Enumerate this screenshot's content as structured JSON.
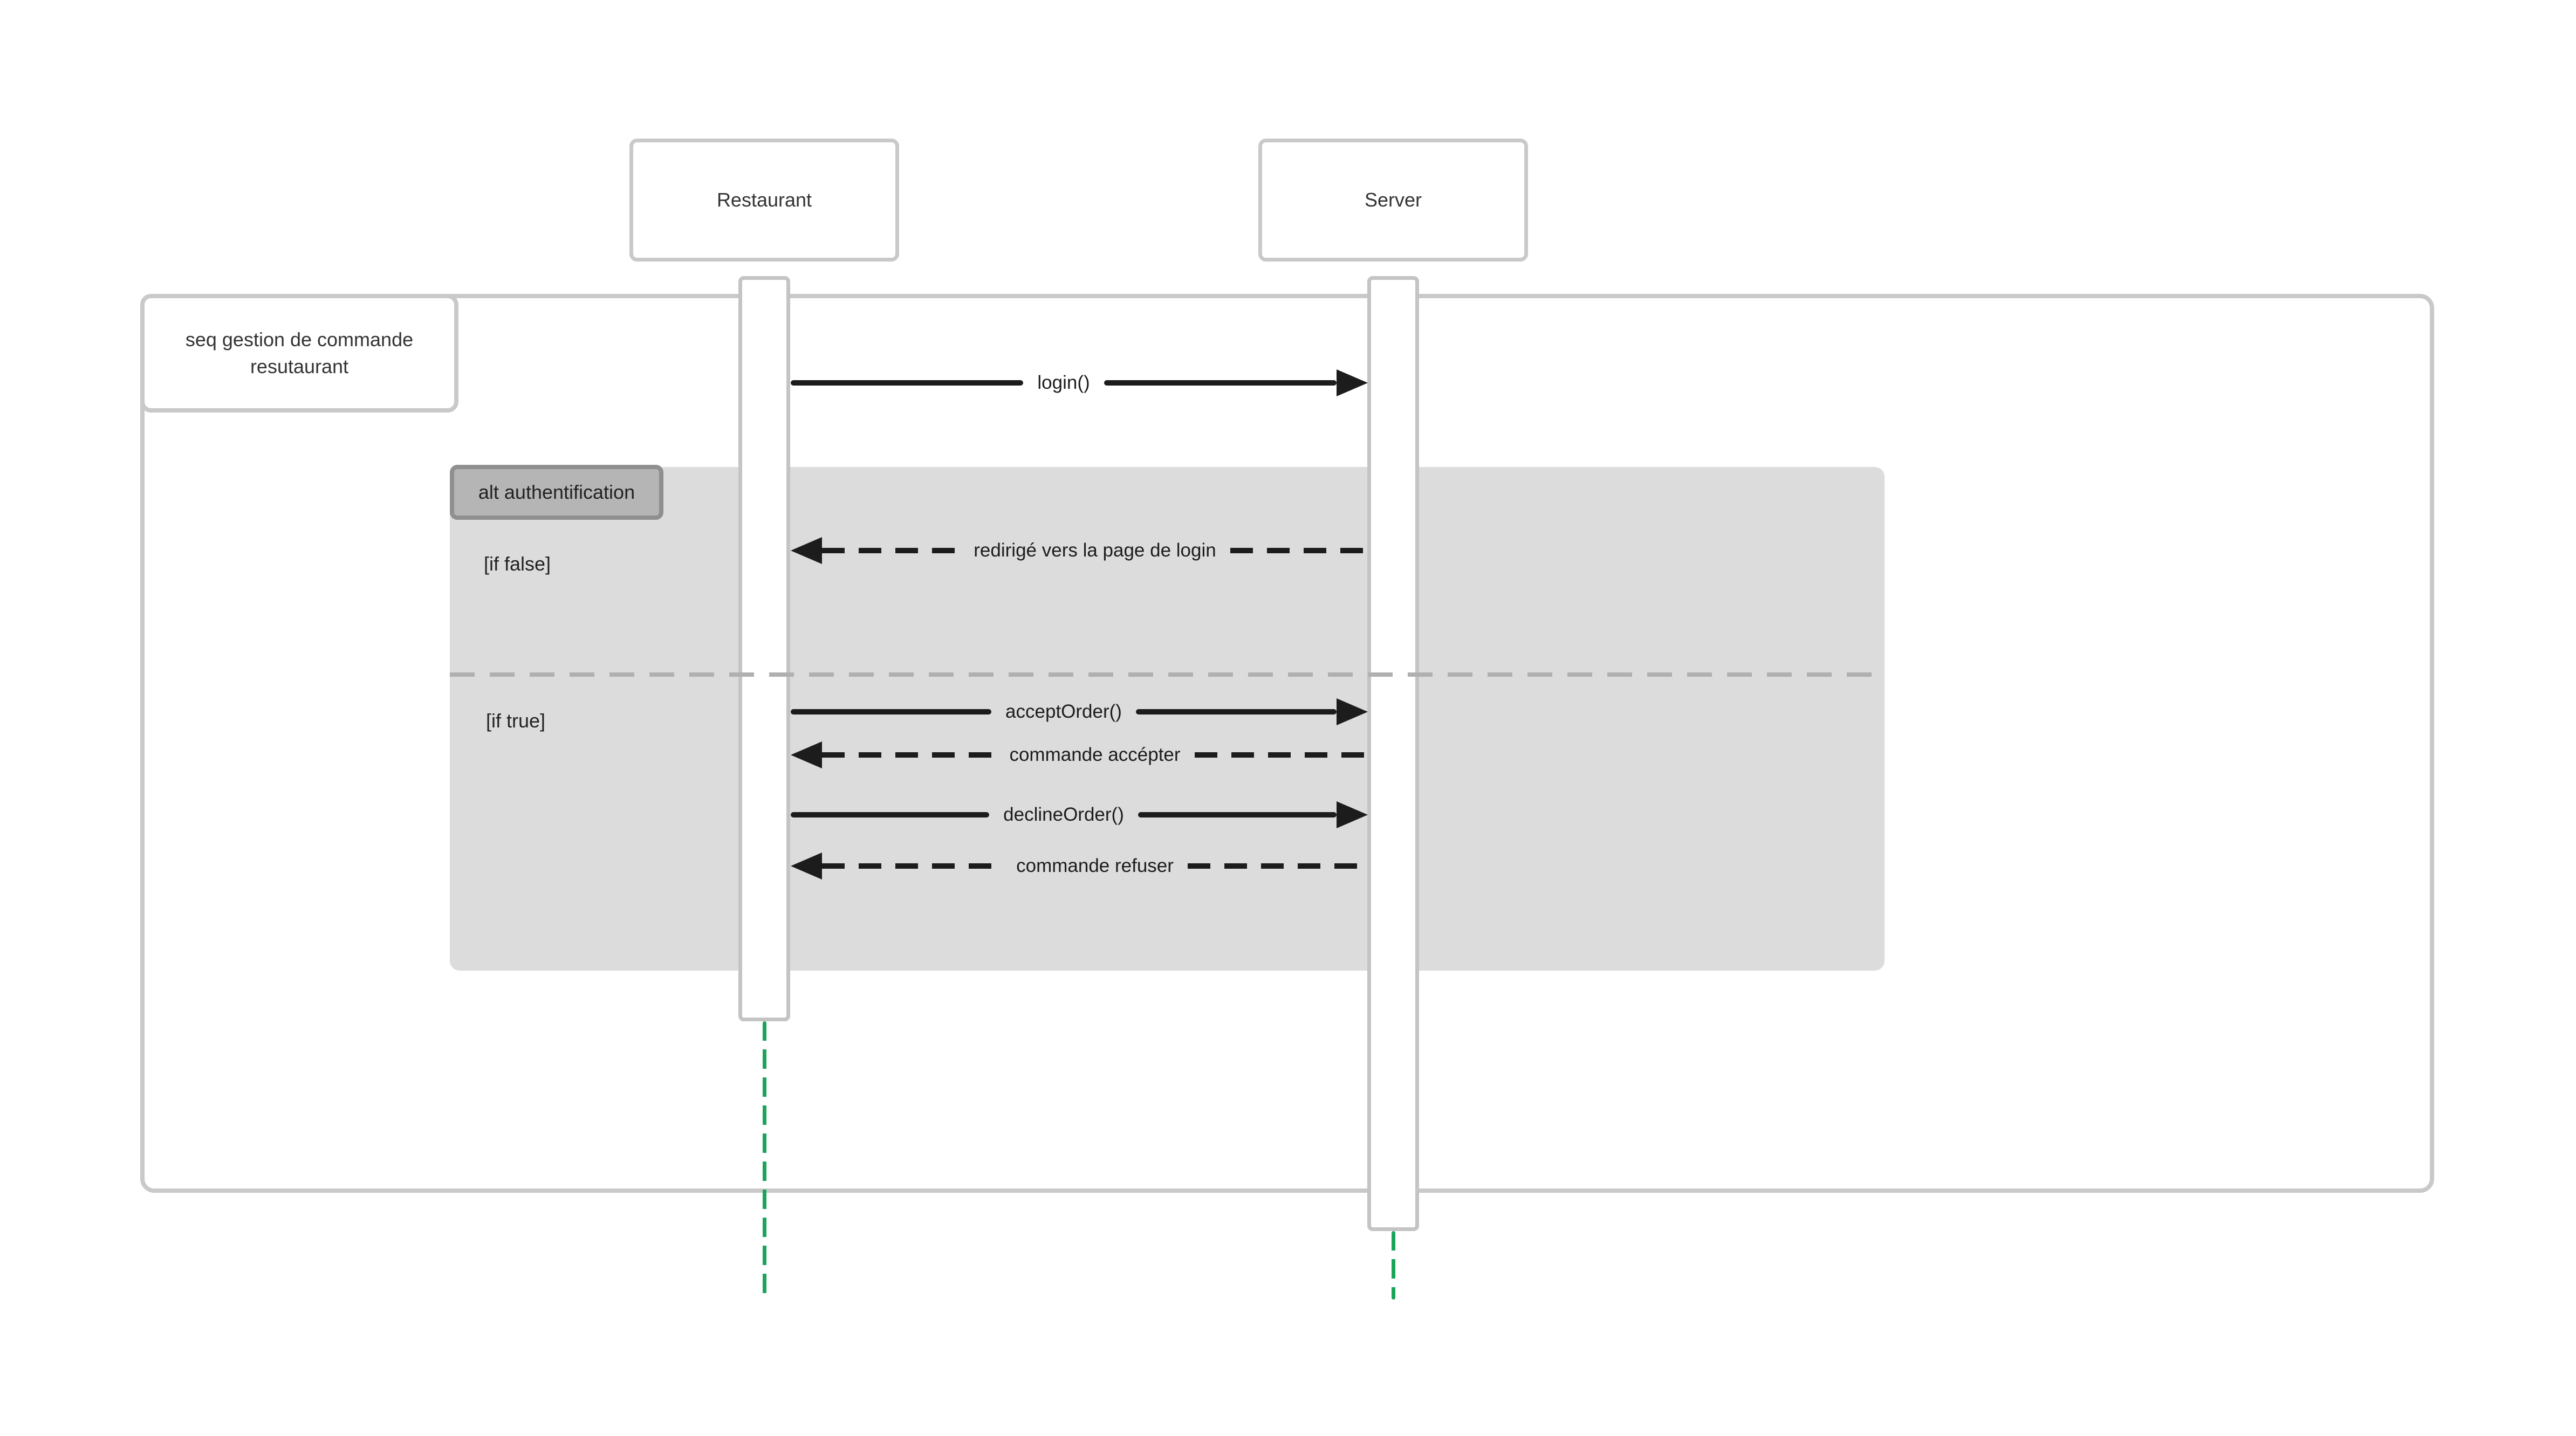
{
  "diagram": {
    "frame_label": "seq gestion de commande\nresutaurant",
    "actors": [
      {
        "name": "Restaurant"
      },
      {
        "name": "Server"
      }
    ],
    "alt": {
      "label": "alt authentification",
      "guards": [
        "[if false]",
        "[if true]"
      ]
    },
    "messages": [
      {
        "label": "login()",
        "type": "solid",
        "direction": "right",
        "from": "Restaurant",
        "to": "Server"
      },
      {
        "label": "redirigé vers la page de login",
        "type": "dashed",
        "direction": "left",
        "from": "Server",
        "to": "Restaurant"
      },
      {
        "label": "acceptOrder()",
        "type": "solid",
        "direction": "right",
        "from": "Restaurant",
        "to": "Server"
      },
      {
        "label": "commande accépter",
        "type": "dashed",
        "direction": "left",
        "from": "Server",
        "to": "Restaurant"
      },
      {
        "label": "declineOrder()",
        "type": "solid",
        "direction": "right",
        "from": "Restaurant",
        "to": "Server"
      },
      {
        "label": "commande refuser",
        "type": "dashed",
        "direction": "left",
        "from": "Server",
        "to": "Restaurant"
      }
    ],
    "colors": {
      "background": "#ffffff",
      "frame_border": "#c9c9c9",
      "activation_border": "#c4c4c4",
      "alt_fill": "#dcdcdc",
      "alt_label_fill": "#b5b5b5",
      "alt_label_border": "#8f8f8f",
      "divider_dash": "#b0b0b0",
      "message_ink": "#1c1c1c",
      "lifeline_green": "#1ca45a"
    }
  }
}
